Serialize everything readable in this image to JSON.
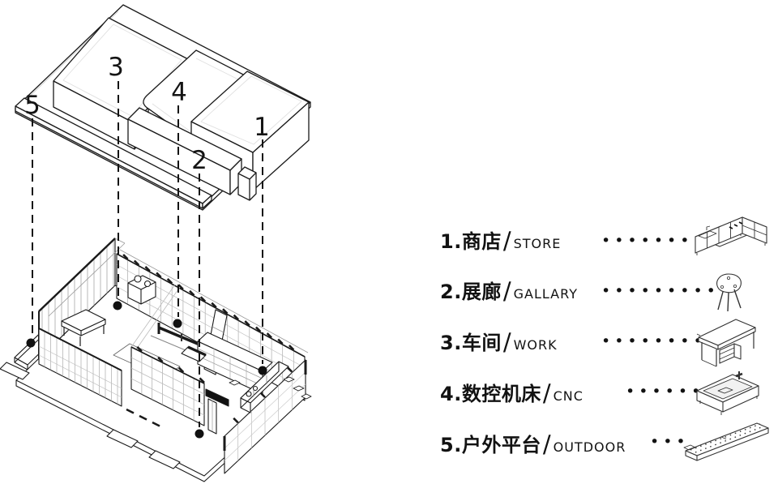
{
  "diagram": {
    "unit_numbers": [
      "1",
      "2",
      "3",
      "4",
      "5"
    ]
  },
  "legend": {
    "slash": "/",
    "rows": [
      {
        "num": "1.",
        "zh": "商店",
        "en": "STORE",
        "dots": "•••••••••"
      },
      {
        "num": "2.",
        "zh": "展廊",
        "en": "GALLARY",
        "dots": "•••••••••"
      },
      {
        "num": "3.",
        "zh": "车间",
        "en": "WORK",
        "dots": "•••••••••"
      },
      {
        "num": "4.",
        "zh": "数控机床",
        "en": "CNC",
        "dots": "••••••"
      },
      {
        "num": "5.",
        "zh": "户外平台",
        "en": "OUTDOOR",
        "dots": "•••"
      }
    ]
  },
  "colors": {
    "ink": "#1a1a1a",
    "grid": "#a8a8a8",
    "faint": "#e0e0e0"
  }
}
